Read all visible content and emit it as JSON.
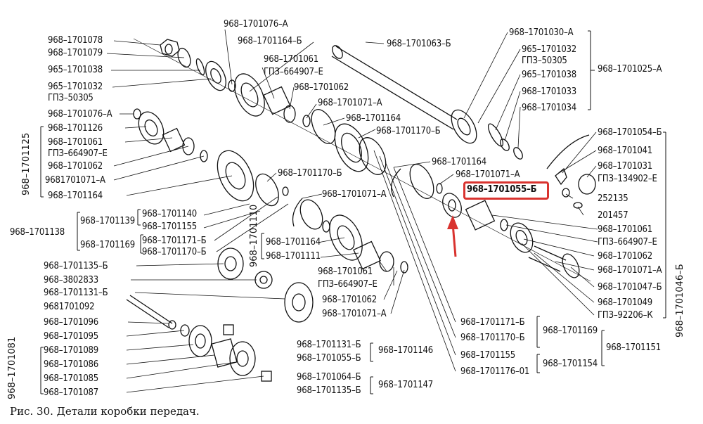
{
  "figure": {
    "caption": "Рис. 30. Детали коробки передач.",
    "highlight_color": "#d9332f",
    "highlighted_part": "968–1701055–Б"
  },
  "labels": {
    "l01": "968–1701078",
    "l02": "968–1701079",
    "l03": "965–1701038",
    "l04": "965–1701032",
    "l05": "ГПЗ–50305",
    "l06": "968–1701076–А",
    "l07": "968–1701164–Б",
    "l08": "968–1701063–Б",
    "l09": "968–1701061",
    "l10": "ГПЗ–664907–Е",
    "l11": "968–1701062",
    "l12": "968–1701071–А",
    "l13": "968–1701164",
    "l14": "968–1701170–Б",
    "l15": "968–1701030–А",
    "l16": "965–1701032",
    "l17": "ГПЗ–50305",
    "l18": "965–1701038",
    "l19": "968–1701033",
    "l20": "968–1701034",
    "l21": "968–1701025–А",
    "l22": "968–1701076–А",
    "l23": "968–1701126",
    "l24": "968–1701061",
    "l25": "ГПЗ–664907–Е",
    "l26": "968–1701062",
    "l27": "9681701071–А",
    "l28": "968–1701164",
    "l29": "968–1701125",
    "l30": "968–1701170–Б",
    "l31": "968–1701164",
    "l32": "968–1701071–А",
    "l33": "968–1701055–Б",
    "l34": "968–1701071–А",
    "l35": "968–1701054–Б",
    "l36": "968–1701041",
    "l37": "968–1701031",
    "l38": "ГПЗ–134902–Е",
    "l39": "252135",
    "l40": "201457",
    "l41": "968–1701140",
    "l42": "968–1701139",
    "l43": "968–1701155",
    "l44": "968–1701138",
    "l45": "968–1701169",
    "l46": "968–1701171–Б",
    "l47": "968–1701170–Б",
    "l48": "968–1701110",
    "l49": "968–1701164",
    "l50": "968–1701111",
    "l51": "968–1701061",
    "l52": "ГПЗ–664907–Е",
    "l53": "968–1701062",
    "l54": "968–1701071–А",
    "l55": "968–1701061",
    "l56": "ГПЗ–664907–Е",
    "l57": "968–1701062",
    "l58": "968–1701071–А",
    "l59": "968–1701047–Б",
    "l60": "968–1701049",
    "l61": "ГПЗ–92206–К",
    "l62": "968–1701046–Б",
    "l63": "968–1701135–Б",
    "l64": "968–3802833",
    "l65": "968–1701131–Б",
    "l66": "9681701092",
    "l67": "968–1701096",
    "l68": "968–1701095",
    "l69": "968–1701089",
    "l70": "968–1701086",
    "l71": "968–1701085",
    "l72": "968–1701087",
    "l73": "968–1701081",
    "l74": "968–1701131–Б",
    "l75": "968–1701055–Б",
    "l76": "968–1701146",
    "l77": "968–1701064–Б",
    "l78": "968–1701135–Б",
    "l79": "968–1701147",
    "l80": "968–1701171–Б",
    "l81": "968–1701170–Б",
    "l82": "968–1701169",
    "l83": "968–1701155",
    "l84": "968–1701176–01",
    "l85": "968–1701154",
    "l86": "968–1701151"
  }
}
